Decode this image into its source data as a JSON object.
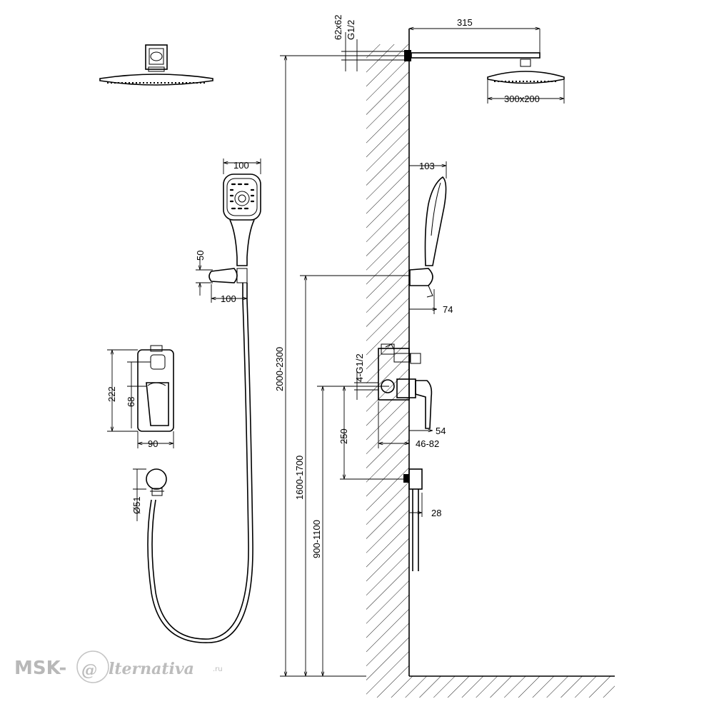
{
  "dimensions": {
    "flange": "62x62",
    "thread_top": "G1/2",
    "arm_length": "315",
    "head_size": "300x200",
    "hand_width_front": "100",
    "hand_depth": "103",
    "holder_height": "50",
    "holder_width": "100",
    "holder_proj": "74",
    "total_height": "2000-2300",
    "holder_height_floor": "1600-1700",
    "valve_height_floor": "900-1100",
    "valve_threads": "4-G1/2",
    "valve_spacing": "250",
    "plate_height": "222",
    "plate_inner": "68",
    "plate_width": "90",
    "handle_proj": "54",
    "body_depth": "46-82",
    "outlet_diam": "Ø51",
    "outlet_proj": "28"
  },
  "watermark": {
    "brand_left": "MSK-",
    "brand_symbol": "@",
    "brand_right": "lternativa",
    "domain": ".ru"
  }
}
